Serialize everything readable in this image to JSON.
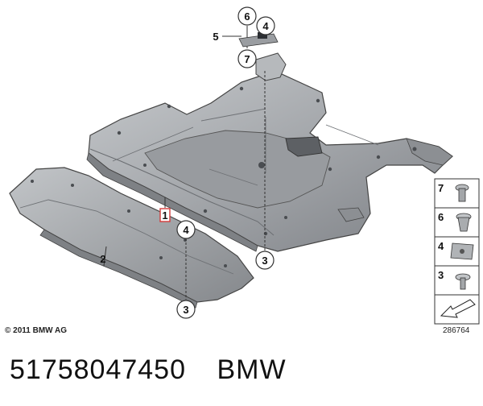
{
  "diagram": {
    "copyright": "© 2011 BMW AG",
    "diagram_number": "286764",
    "callouts": {
      "c6_top": "6",
      "c4_top": "4",
      "c5_left": "5",
      "c7_top": "7",
      "c1_mark": "1",
      "c2_label": "2",
      "c4_front": "4",
      "c3_front": "3",
      "c3_main": "3"
    },
    "legend": {
      "items": [
        {
          "number": "7",
          "icon": "bolt-icon"
        },
        {
          "number": "6",
          "icon": "expanding-rivet-icon"
        },
        {
          "number": "4",
          "icon": "clip-nut-icon"
        },
        {
          "number": "3",
          "icon": "push-rivet-icon"
        }
      ],
      "arrow_icon": "direction-arrow-icon"
    },
    "colors": {
      "part_fill": "#a9acaf",
      "part_dark": "#7c7f83",
      "line": "#333333",
      "callout_highlight": "#d43a3a"
    }
  },
  "footer": {
    "part_number": "51758047450",
    "brand": "BMW"
  }
}
